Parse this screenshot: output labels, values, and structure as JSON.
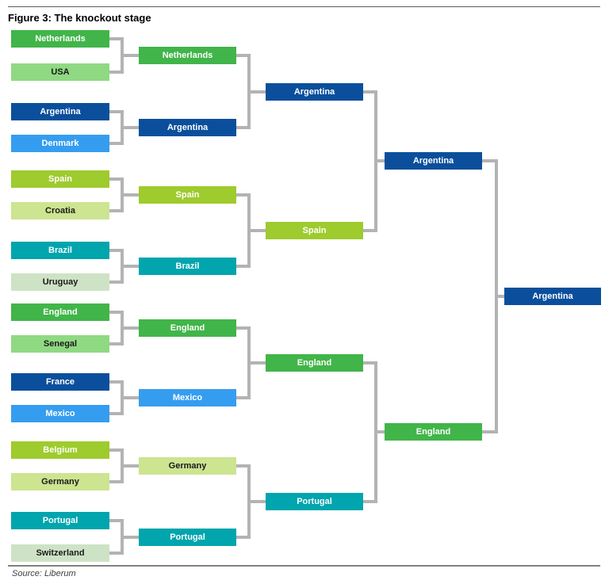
{
  "header": {
    "title": "Figure 3: The knockout stage"
  },
  "footer": {
    "source": "Source: Liberum"
  },
  "colors": {
    "green": "#41b549",
    "light_green": "#90d983",
    "dark_blue": "#0b4f9c",
    "light_blue": "#359df0",
    "yellow_green": "#9ecb2d",
    "light_yellow_green": "#cde491",
    "teal": "#00a5ad",
    "pale_green": "#cee3c6",
    "connector": "#b3b3b3",
    "dark_text": "#1a1a1a",
    "light_text": "#ffffff"
  },
  "bracket": {
    "rounds": [
      {
        "name": "round_of_16",
        "teams": [
          {
            "label": "Netherlands",
            "color": "green",
            "text": "light"
          },
          {
            "label": "USA",
            "color": "light_green",
            "text": "dark"
          },
          {
            "label": "Argentina",
            "color": "dark_blue",
            "text": "light"
          },
          {
            "label": "Denmark",
            "color": "light_blue",
            "text": "light"
          },
          {
            "label": "Spain",
            "color": "yellow_green",
            "text": "light"
          },
          {
            "label": "Croatia",
            "color": "light_yellow_green",
            "text": "dark"
          },
          {
            "label": "Brazil",
            "color": "teal",
            "text": "light"
          },
          {
            "label": "Uruguay",
            "color": "pale_green",
            "text": "dark"
          },
          {
            "label": "England",
            "color": "green",
            "text": "light"
          },
          {
            "label": "Senegal",
            "color": "light_green",
            "text": "dark"
          },
          {
            "label": "France",
            "color": "dark_blue",
            "text": "light"
          },
          {
            "label": "Mexico",
            "color": "light_blue",
            "text": "light"
          },
          {
            "label": "Belgium",
            "color": "yellow_green",
            "text": "light"
          },
          {
            "label": "Germany",
            "color": "light_yellow_green",
            "text": "dark"
          },
          {
            "label": "Portugal",
            "color": "teal",
            "text": "light"
          },
          {
            "label": "Switzerland",
            "color": "pale_green",
            "text": "dark"
          }
        ]
      },
      {
        "name": "quarter_finals",
        "teams": [
          {
            "label": "Netherlands",
            "color": "green",
            "text": "light"
          },
          {
            "label": "Argentina",
            "color": "dark_blue",
            "text": "light"
          },
          {
            "label": "Spain",
            "color": "yellow_green",
            "text": "light"
          },
          {
            "label": "Brazil",
            "color": "teal",
            "text": "light"
          },
          {
            "label": "England",
            "color": "green",
            "text": "light"
          },
          {
            "label": "Mexico",
            "color": "light_blue",
            "text": "light"
          },
          {
            "label": "Germany",
            "color": "light_yellow_green",
            "text": "dark"
          },
          {
            "label": "Portugal",
            "color": "teal",
            "text": "light"
          }
        ]
      },
      {
        "name": "semi_finals",
        "teams": [
          {
            "label": "Argentina",
            "color": "dark_blue",
            "text": "light"
          },
          {
            "label": "Spain",
            "color": "yellow_green",
            "text": "light"
          },
          {
            "label": "England",
            "color": "green",
            "text": "light"
          },
          {
            "label": "Portugal",
            "color": "teal",
            "text": "light"
          }
        ]
      },
      {
        "name": "final",
        "teams": [
          {
            "label": "Argentina",
            "color": "dark_blue",
            "text": "light"
          },
          {
            "label": "England",
            "color": "green",
            "text": "light"
          }
        ]
      },
      {
        "name": "winner",
        "teams": [
          {
            "label": "Argentina",
            "color": "dark_blue",
            "text": "light"
          }
        ]
      }
    ]
  }
}
